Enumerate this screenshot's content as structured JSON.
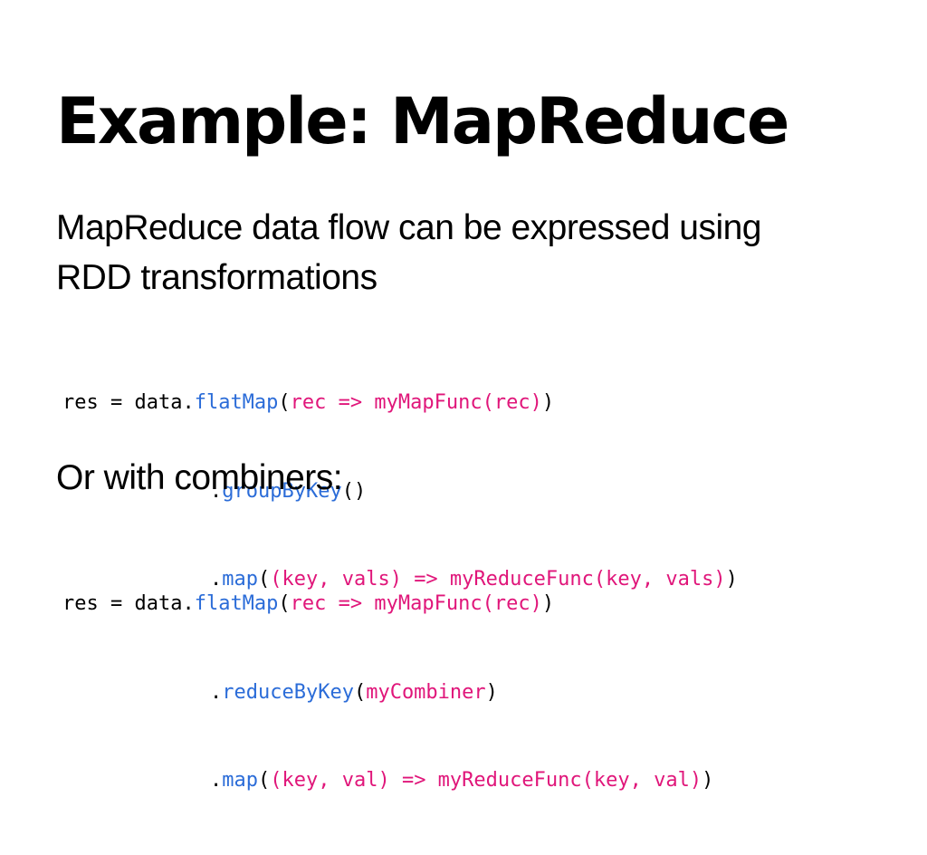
{
  "slide": {
    "title": "Example: MapReduce",
    "intro_line_1": "MapReduce data flow can be expressed using",
    "intro_line_2": "RDD transformations",
    "combiners_heading": "Or with combiners:"
  },
  "code_block_1": {
    "line1": {
      "prefix": "res = data.",
      "method": "flatMap",
      "open": "(",
      "arg": "rec => myMapFunc(rec)",
      "close": ")"
    },
    "line2": {
      "dot": ".",
      "method": "groupByKey",
      "parens": "()"
    },
    "line3": {
      "dot": ".",
      "method": "map",
      "open": "(",
      "arg": "(key, vals) => myReduceFunc(key, vals)",
      "close": ")"
    }
  },
  "code_block_2": {
    "line1": {
      "prefix": "res = data.",
      "method": "flatMap",
      "open": "(",
      "arg": "rec => myMapFunc(rec)",
      "close": ")"
    },
    "line2": {
      "dot": ".",
      "method": "reduceByKey",
      "open": "(",
      "arg": "myCombiner",
      "close": ")"
    },
    "line3": {
      "dot": ".",
      "method": "map",
      "open": "(",
      "arg": "(key, val) => myReduceFunc(key, val)",
      "close": ")"
    }
  },
  "colors": {
    "method": "#2b6cd8",
    "argument": "#e0167a",
    "text": "#000000",
    "background": "#ffffff"
  }
}
